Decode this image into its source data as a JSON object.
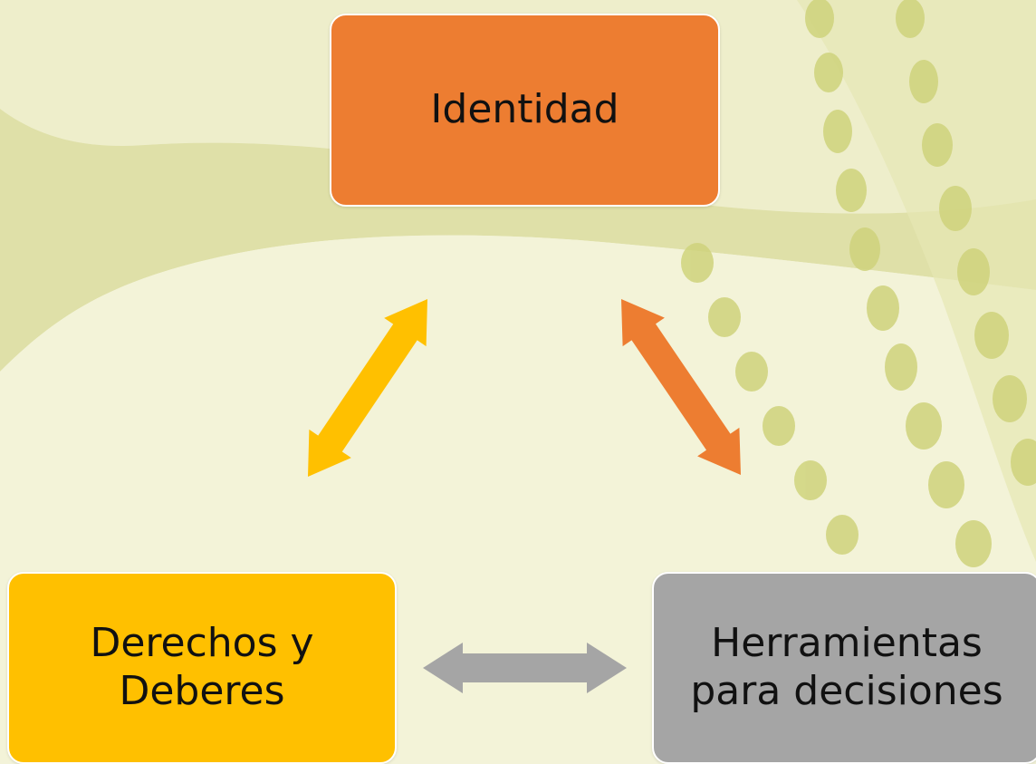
{
  "nodes": {
    "identidad": {
      "label": "Identidad",
      "color": "#ed7d31"
    },
    "derechos": {
      "label": "Derechos y\nDeberes",
      "color": "#ffc000"
    },
    "herramientas": {
      "label": "Herramientas\npara decisiones",
      "color": "#a5a5a5"
    }
  },
  "edges": [
    {
      "from": "derechos",
      "to": "identidad",
      "type": "bidirectional",
      "color": "#ffc000"
    },
    {
      "from": "herramientas",
      "to": "identidad",
      "type": "bidirectional",
      "color": "#ed7d31"
    },
    {
      "from": "derechos",
      "to": "herramientas",
      "type": "bidirectional",
      "color": "#a5a5a5"
    }
  ],
  "background": {
    "base": "#f3f3d9",
    "band": "#dcdca0",
    "dots": "#cdd27e"
  }
}
